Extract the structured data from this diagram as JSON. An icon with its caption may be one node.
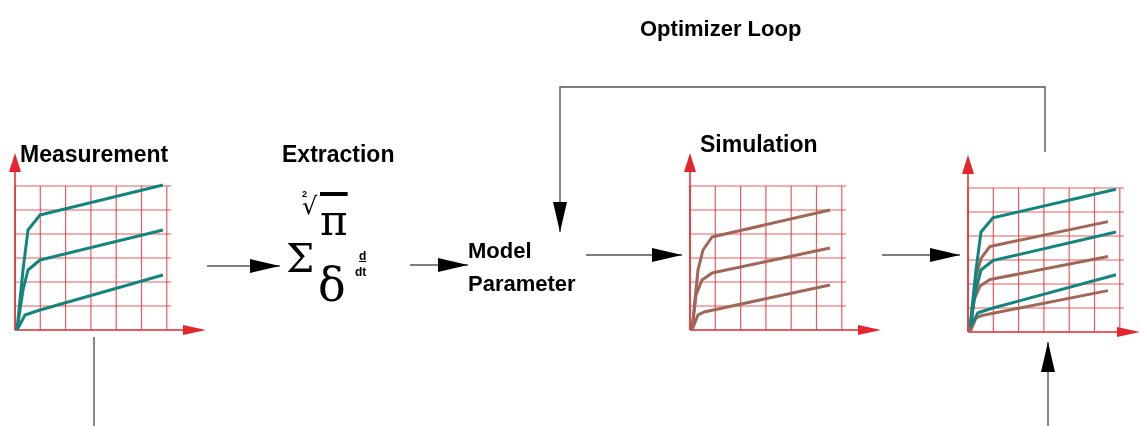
{
  "diagram": {
    "nodes": [
      {
        "text": [
          "Measurement"
        ]
      },
      {
        "text": [
          "Extraction",
          "2",
          "√",
          "π",
          "Σ",
          "d",
          "dt",
          "δ"
        ]
      },
      {
        "text": [
          "Model Parameter"
        ]
      },
      {
        "text": [
          "Simulation"
        ]
      },
      {
        "text": [],
        "shape": "picture"
      }
    ],
    "edges": [
      {
        "from": 0,
        "to": 1,
        "arrow": "to"
      },
      {
        "from": 1,
        "to": 2,
        "arrow": "to"
      },
      {
        "from": 2,
        "to": 3,
        "arrow": "to"
      },
      {
        "from": 3,
        "to": 4,
        "arrow": "to"
      },
      {
        "from": 4,
        "to": 2,
        "arrow": "to",
        "label": "Optimizer Loop"
      },
      {
        "from": 0,
        "to": null,
        "arrow": "none"
      },
      {
        "from": null,
        "to": 4,
        "arrow": "to"
      }
    ]
  }
}
